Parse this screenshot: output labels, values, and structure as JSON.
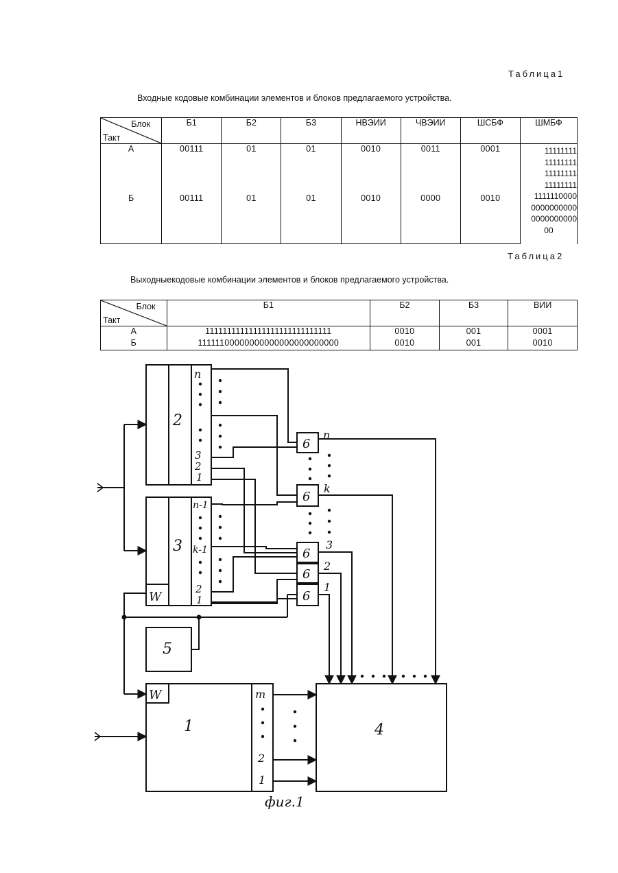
{
  "table1": {
    "caption": "Таблица1",
    "title": "Входные кодовые комбинации элементов и блоков предлагаемого устройства.",
    "corner_top": "Блок",
    "corner_bottom": "Такт",
    "columns": [
      "Б1",
      "Б2",
      "Б3",
      "НВЭИИ",
      "ЧВЭИИ",
      "ШСБФ",
      "ШМБФ"
    ],
    "rows": [
      {
        "takt": "А",
        "cells": [
          "00111",
          "01",
          "01",
          "0010",
          "0011",
          "0001"
        ]
      },
      {
        "takt": "Б",
        "cells": [
          "00111",
          "01",
          "01",
          "0010",
          "0000",
          "0010"
        ]
      }
    ],
    "shmbf_lines": [
      "11111111",
      "11111111",
      "11111111",
      "11111111",
      "1111110000",
      "0000000000",
      "0000000000",
      "00"
    ]
  },
  "table2": {
    "caption": "Таблица2",
    "title": "Выходныекодовые комбинации элементов и блоков предлагаемого устройства.",
    "corner_top": "Блок",
    "corner_bottom": "Такт",
    "columns": [
      "Б1",
      "Б2",
      "Б3",
      "ВИИ"
    ],
    "rows": [
      {
        "takt": "А",
        "cells": [
          "11111111111111111111111111111",
          "0010",
          "001",
          "0001"
        ]
      },
      {
        "takt": "Б",
        "cells": [
          "11111100000000000000000000000",
          "0010",
          "001",
          "0010"
        ]
      }
    ]
  },
  "figure": {
    "caption": "фиг.1",
    "block_labels": {
      "b1": "1",
      "b2": "2",
      "b3": "3",
      "b4": "4",
      "b5": "5",
      "b6": "6"
    },
    "write_label": "W",
    "b2_outputs": {
      "top": "n",
      "o3": "3",
      "o2": "2",
      "o1": "1"
    },
    "b3_outputs": {
      "top": "n-1",
      "mid": "k-1",
      "o2": "2",
      "o1": "1"
    },
    "b1_outputs": {
      "top": "m",
      "o2": "2",
      "o1": "1"
    },
    "b6_labels": {
      "n": "n",
      "k": "k",
      "t3": "3",
      "t2": "2",
      "t1": "1"
    }
  }
}
